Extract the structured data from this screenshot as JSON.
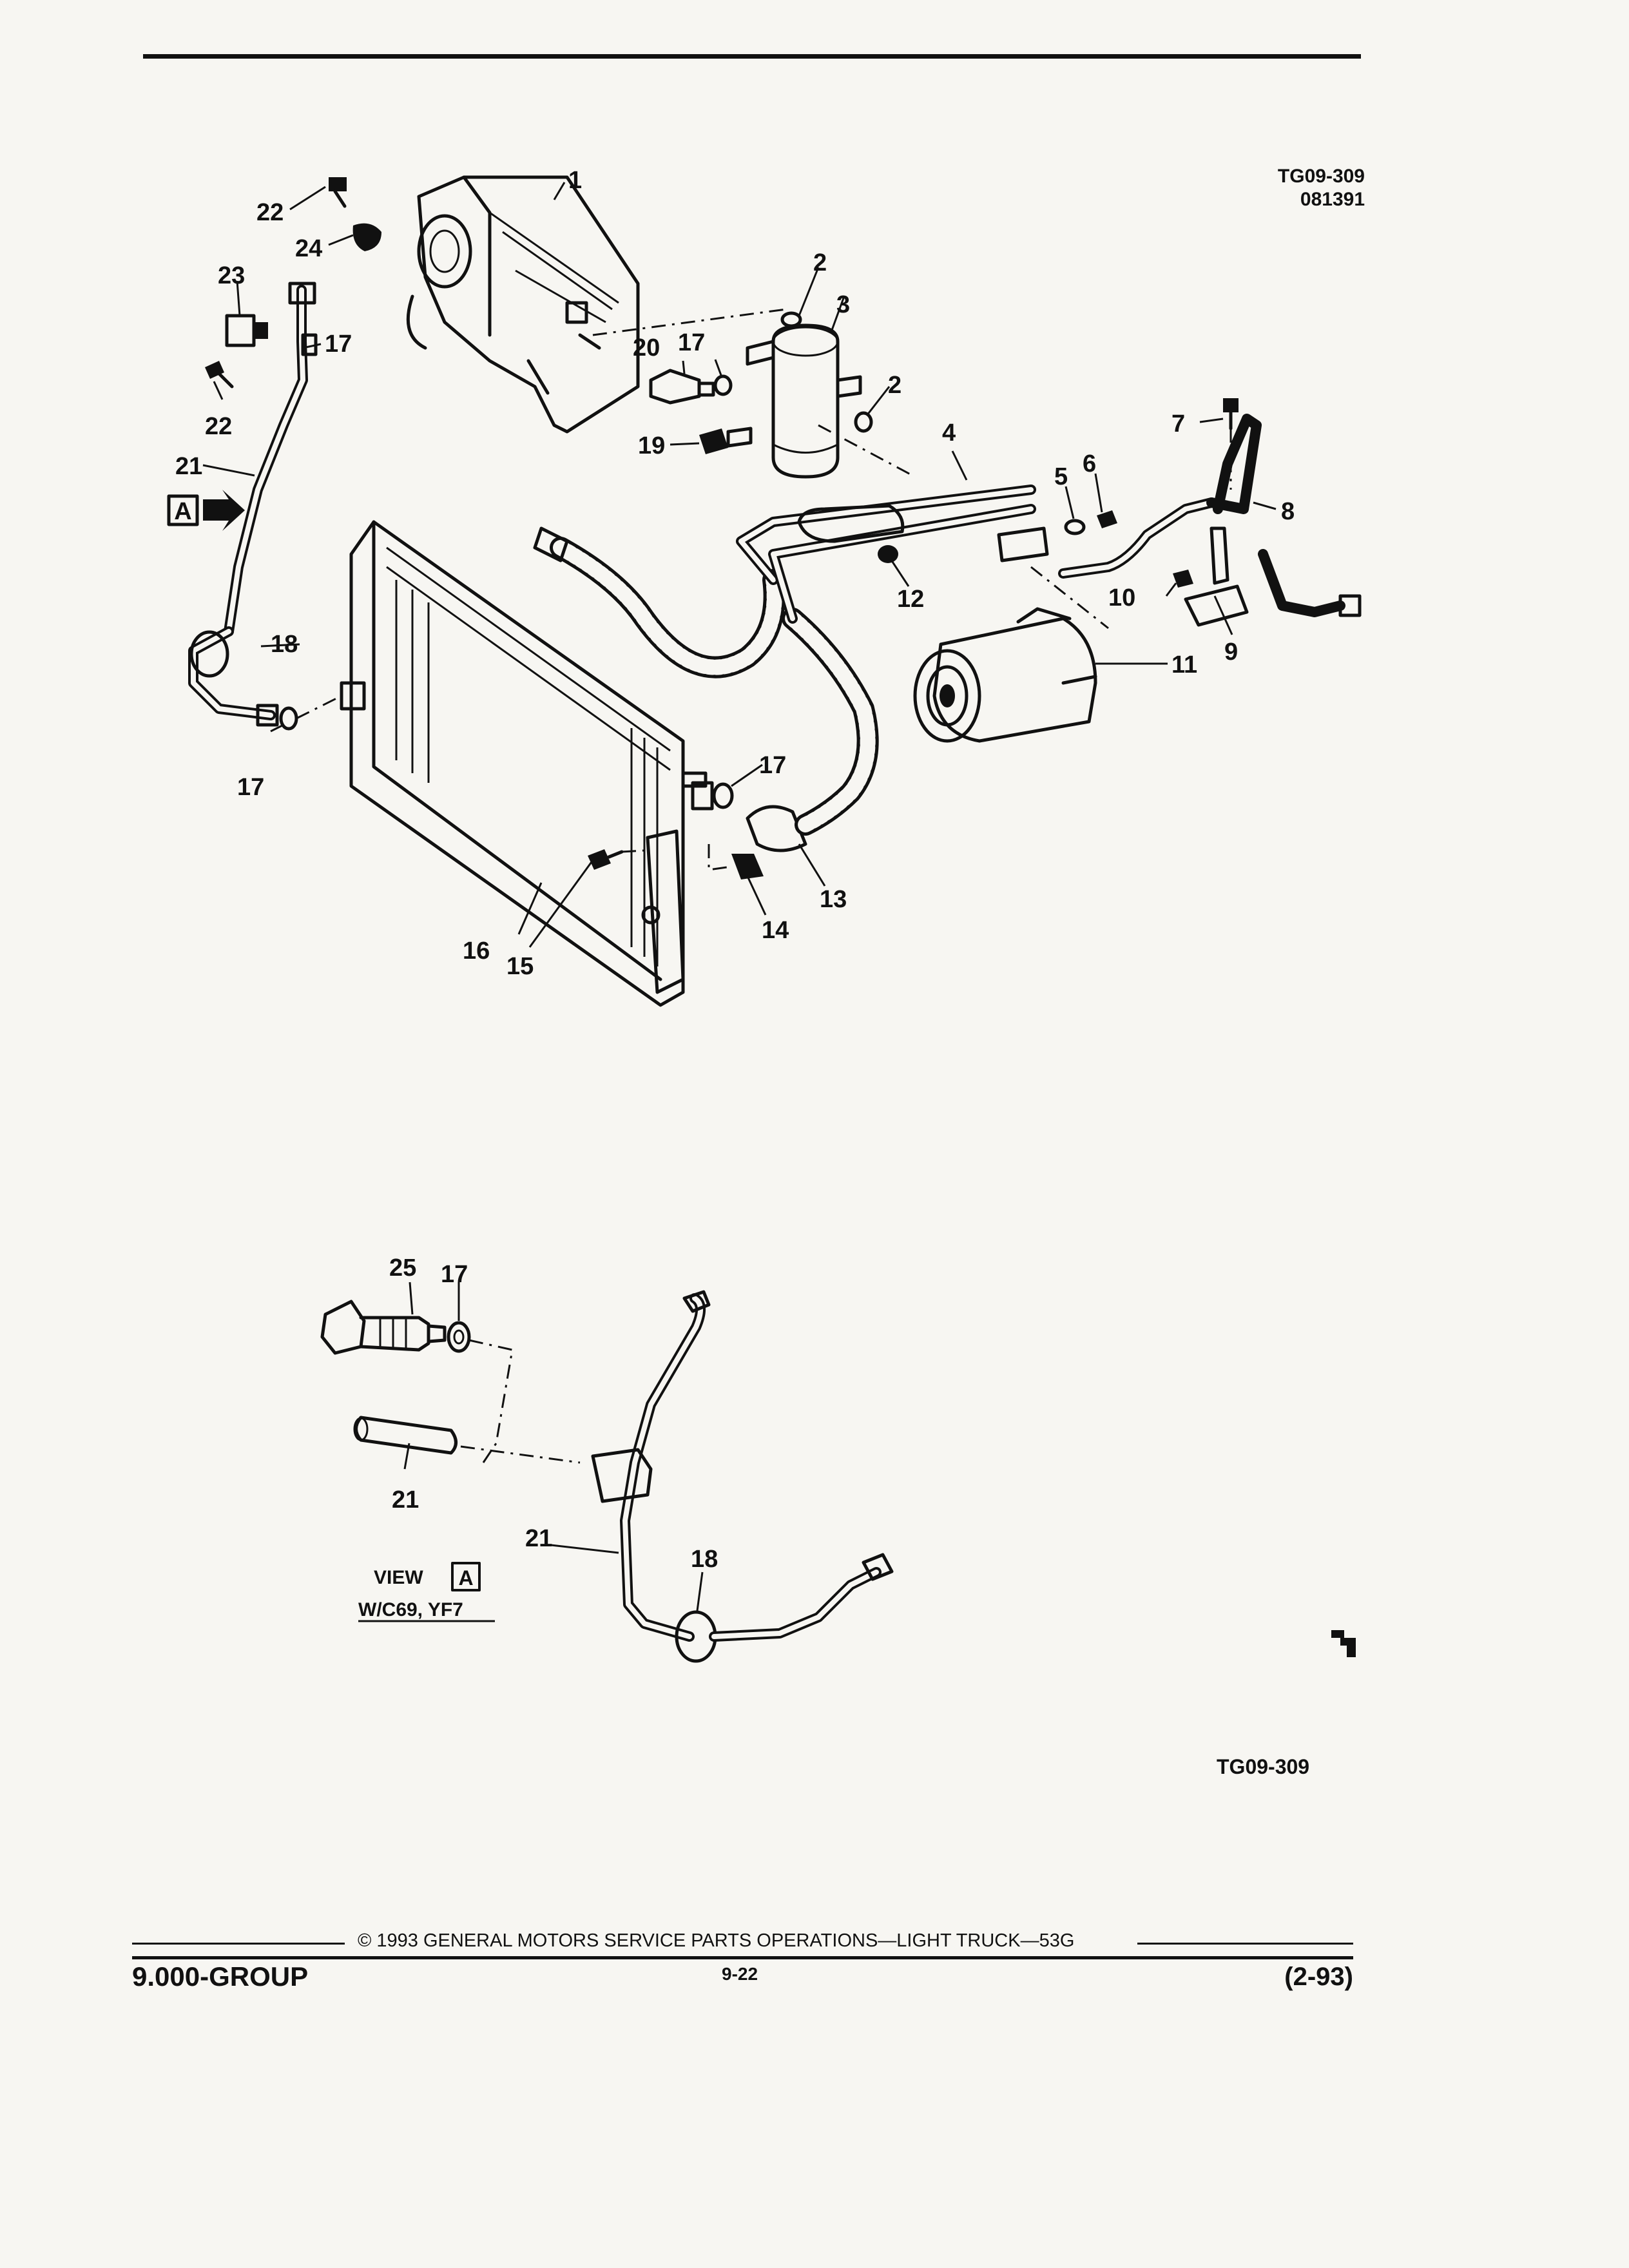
{
  "header": {
    "diagram_code": "TG09-309",
    "diagram_date": "081391"
  },
  "callouts": {
    "c1": "1",
    "c2a": "2",
    "c2b": "2",
    "c3": "3",
    "c4": "4",
    "c5": "5",
    "c6": "6",
    "c7": "7",
    "c8": "8",
    "c9": "9",
    "c10": "10",
    "c11": "11",
    "c12": "12",
    "c13": "13",
    "c14": "14",
    "c15": "15",
    "c16": "16",
    "c17a": "17",
    "c17b": "17",
    "c17c": "17",
    "c17d": "17",
    "c17e": "17",
    "c18a": "18",
    "c18b": "18",
    "c19": "19",
    "c20": "20",
    "c21a": "21",
    "c21b": "21",
    "c21c": "21",
    "c22a": "22",
    "c22b": "22",
    "c23": "23",
    "c24": "24",
    "c25": "25"
  },
  "view_marker": "A",
  "view_a": {
    "title_prefix": "VIEW",
    "title_letter": "A",
    "subtitle": "W/C69, YF7"
  },
  "figure_code": "TG09-309",
  "footer": {
    "copyright": "© 1993  GENERAL MOTORS SERVICE PARTS OPERATIONS—LIGHT TRUCK—53G",
    "group": "9.000-GROUP",
    "page_number": "9-22",
    "revision": "(2-93)"
  }
}
